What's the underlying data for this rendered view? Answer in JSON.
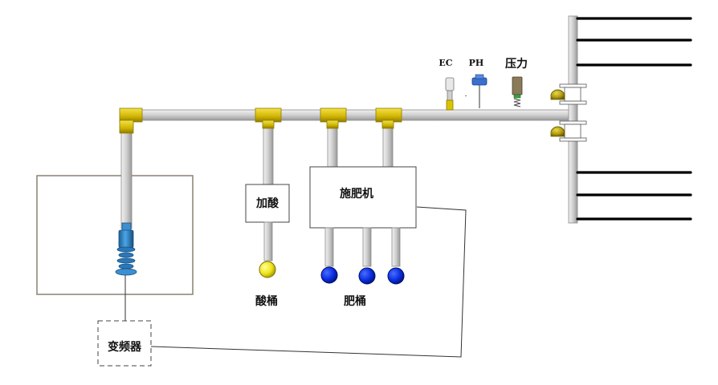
{
  "labels": {
    "acid_dosing": "加酸",
    "fertilizer_machine": "施肥机",
    "acid_tank": "酸桶",
    "fertilizer_tank": "肥桶",
    "vfd": "变频器",
    "ec_sensor": "EC",
    "ph_sensor": "PH",
    "pressure_sensor": "压力"
  },
  "colors": {
    "pipe": "#d4d4d4",
    "pipe_outline": "#8a8a8a",
    "fitting": "#d9c400",
    "acid_tank": "#f2ea1a",
    "fertilizer_tank": "#0a2ee0",
    "pump": "#2e86c8",
    "valve": "#b39b10",
    "irrigation_line": "#000000"
  },
  "icons": {
    "pump": "submersible-pump-icon",
    "ec": "ec-sensor-icon",
    "ph": "ph-sensor-icon",
    "pressure": "pressure-gauge-icon",
    "valve": "solenoid-valve-icon"
  }
}
